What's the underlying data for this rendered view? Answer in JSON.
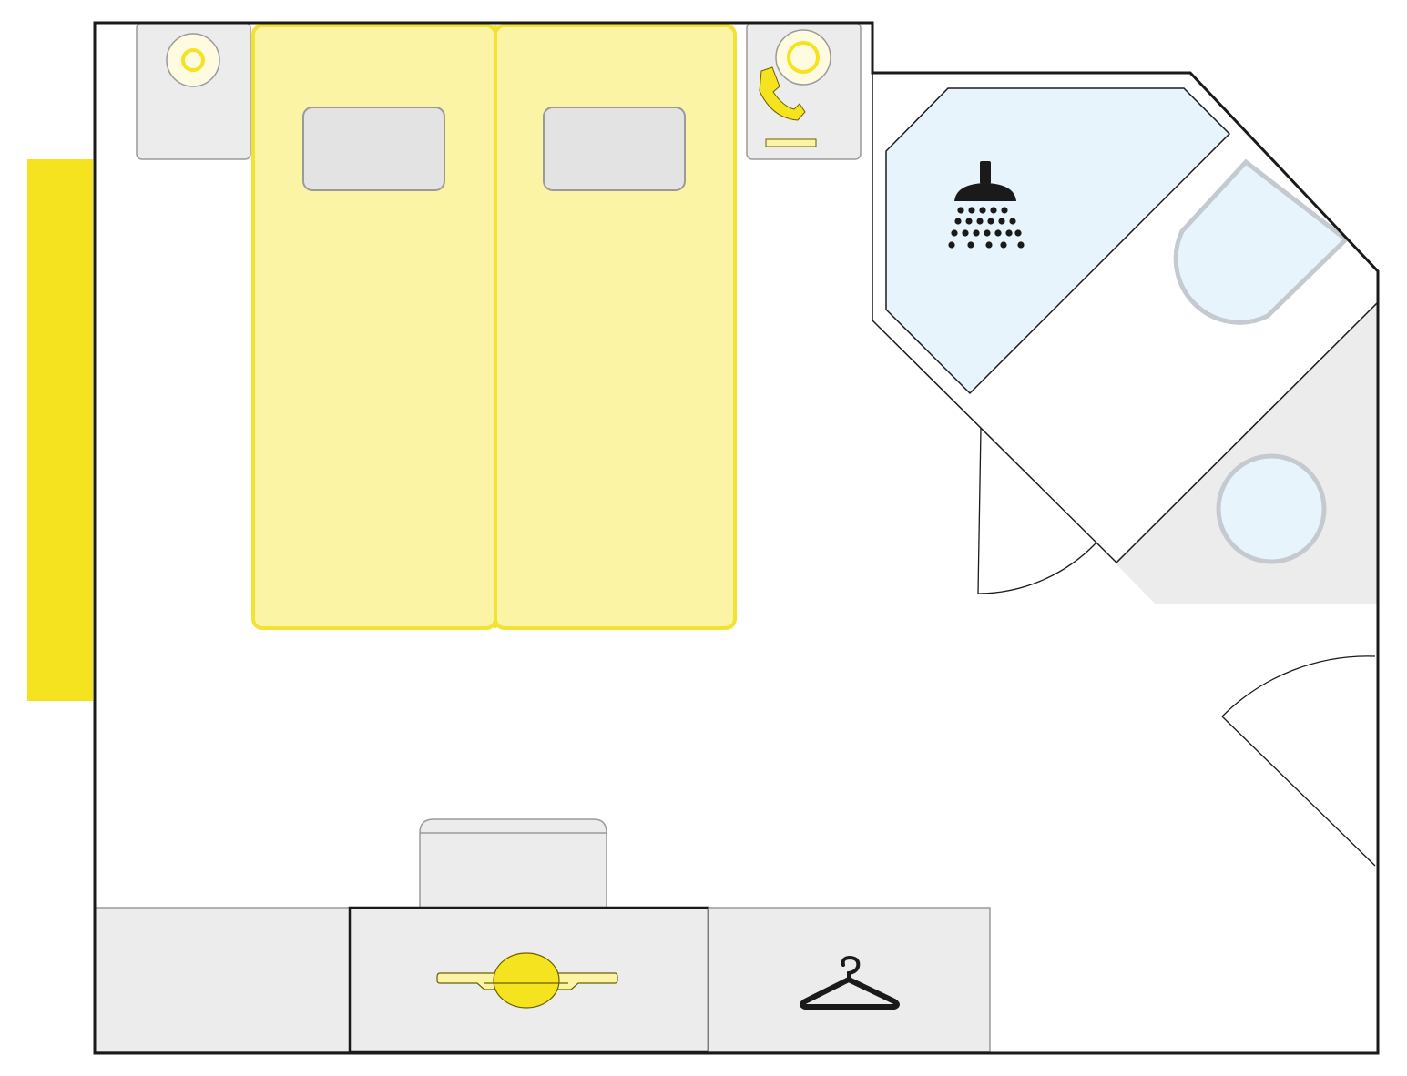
{
  "colors": {
    "background": "#ffffff",
    "wall": "#1a1a1a",
    "window": "#f4e31e",
    "bed_fill": "#fbf4a4",
    "bed_stroke": "#f1e233",
    "accent_yellow": "#f4e31e",
    "furniture_fill": "#ececec",
    "furniture_stroke": "#9a9a9a",
    "pillow_fill": "#e3e3e3",
    "shower_fill": "#e8f4fc",
    "fixture_stroke": "#c4cad0",
    "icon_dark": "#1a1a1a"
  },
  "icons": {
    "left_lamp": "lamp-icon",
    "right_lamp": "lamp-icon",
    "telephone": "telephone-icon",
    "shower": "shower-icon",
    "luggage_rack": "luggage-rack-icon",
    "wardrobe": "clothes-hanger-icon"
  },
  "features": {
    "window_on_left_wall": true,
    "double_bed_halves": 2,
    "pillows": 2,
    "nightstands": 2
  }
}
